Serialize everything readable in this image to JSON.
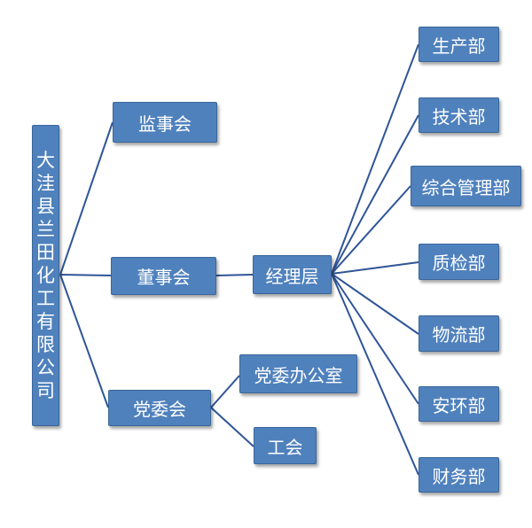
{
  "colors": {
    "box_fill": "#4f81bd",
    "box_border": "#3a6699",
    "connector": "#2f5597",
    "text": "#ffffff"
  },
  "root": {
    "label": "大洼县兰田化工有限公司"
  },
  "level1": {
    "supervisory_board": "监事会",
    "board_of_directors": "董事会",
    "party_committee": "党委会"
  },
  "management": {
    "label": "经理层"
  },
  "party_units": {
    "office": "党委办公室",
    "union": "工会"
  },
  "departments": [
    "生产部",
    "技术部",
    "综合管理部",
    "质检部",
    "物流部",
    "安环部",
    "财务部"
  ]
}
